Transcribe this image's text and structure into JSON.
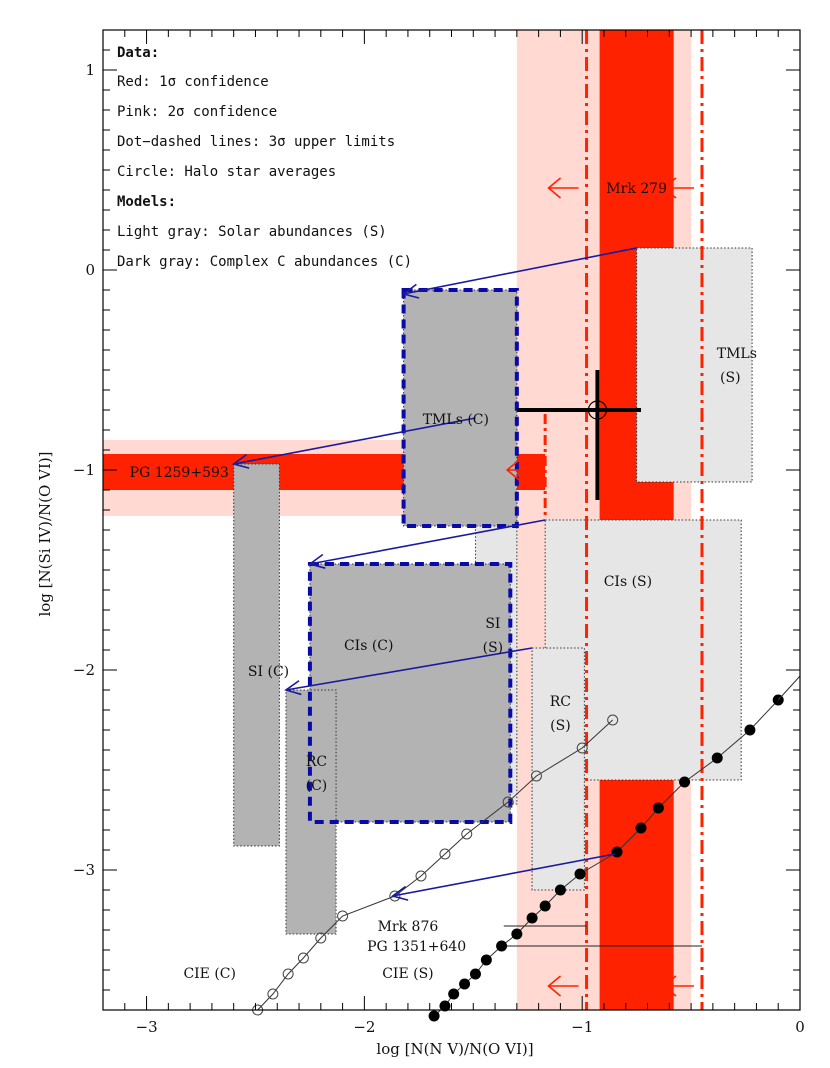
{
  "chart_data": {
    "type": "scatter",
    "xlabel": "log [N(N V)/N(O VI)]",
    "ylabel": "log [N(Si IV)/N(O VI)]",
    "xlim": [
      -3.2,
      0
    ],
    "ylim": [
      -3.7,
      1.2
    ],
    "x_ticks": [
      -3,
      -2,
      -1,
      0
    ],
    "x_tick_labels": [
      "−3",
      "−2",
      "−1",
      "0"
    ],
    "y_ticks": [
      1,
      0,
      -1,
      -2,
      -3
    ],
    "y_tick_labels": [
      "1",
      "0",
      "−1",
      "−2",
      "−3"
    ],
    "legend": {
      "data_heading": "Data:",
      "data_lines": [
        "Red: 1σ confidence",
        "Pink: 2σ confidence",
        "Dot−dashed lines: 3σ upper limits",
        "Circle: Halo star averages"
      ],
      "models_heading": "Models:",
      "models_lines": [
        "Light gray: Solar abundances (S)",
        "Dark gray: Complex C abundances (C)"
      ]
    },
    "colors": {
      "red": "#ff2200",
      "pink": "#ffd9d2",
      "light_gray": "#e6e6e6",
      "dark_gray": "#b3b3b3",
      "blue": "#1a1aa0",
      "dash_blue": "#0a0aa8",
      "black": "#000000"
    },
    "observations": {
      "mrk279": {
        "label": "Mrk 279",
        "x_1sigma": [
          -0.92,
          -0.58
        ],
        "x_2sigma": [
          -1.3,
          -0.5
        ],
        "x_3sigma_limits": [
          -0.98,
          -0.45
        ]
      },
      "pg1259": {
        "label": "PG 1259+593",
        "y_1sigma": [
          -1.1,
          -0.92
        ],
        "y_2sigma": [
          -1.23,
          -0.85
        ],
        "x_3sigma_limit": -1.17
      },
      "mrk876": {
        "label": "Mrk 876",
        "y": -3.28
      },
      "pg1351": {
        "label": "PG 1351+640",
        "y": -3.38
      },
      "halo_average": {
        "x": -0.93,
        "y": -0.7,
        "xerr": [
          0.37,
          0.2
        ],
        "yerr": [
          0.45,
          0.2
        ]
      }
    },
    "solar_models": [
      {
        "label": "TMLs",
        "sub": "(S)",
        "x": [
          -0.75,
          -0.22
        ],
        "y": [
          -1.06,
          0.11
        ]
      },
      {
        "label": "CIs (S)",
        "sub": "",
        "x": [
          -1.17,
          -0.27
        ],
        "y": [
          -2.55,
          -1.25
        ]
      },
      {
        "label": "SI",
        "sub": "(S)",
        "x": [
          -1.49,
          -1.3
        ],
        "y": [
          -2.67,
          -0.74
        ]
      },
      {
        "label": "RC",
        "sub": "(S)",
        "x": [
          -1.23,
          -0.99
        ],
        "y": [
          -3.1,
          -1.89
        ]
      }
    ],
    "complex_c_models": [
      {
        "label": "TMLs (C)",
        "x": [
          -1.82,
          -1.3
        ],
        "y": [
          -1.28,
          -0.1
        ]
      },
      {
        "label": "CIs (C)",
        "x": [
          -2.25,
          -1.33
        ],
        "y": [
          -2.76,
          -1.47
        ]
      },
      {
        "label": "SI (C)",
        "x": [
          -2.6,
          -2.39
        ],
        "y": [
          -2.88,
          -0.97
        ]
      },
      {
        "label": "RC",
        "sub": "(C)",
        "x": [
          -2.36,
          -2.13
        ],
        "y": [
          -3.32,
          -2.1
        ]
      }
    ],
    "arrows": [
      {
        "from": [
          -0.75,
          0.11
        ],
        "to": [
          -1.82,
          -0.12
        ]
      },
      {
        "from": [
          -1.49,
          -0.74
        ],
        "to": [
          -2.6,
          -0.97
        ]
      },
      {
        "from": [
          -1.17,
          -1.25
        ],
        "to": [
          -2.25,
          -1.47
        ]
      },
      {
        "from": [
          -1.23,
          -1.89
        ],
        "to": [
          -2.36,
          -2.1
        ]
      },
      {
        "from": [
          -0.85,
          -2.92
        ],
        "to": [
          -1.87,
          -3.13
        ]
      }
    ],
    "cie_c": {
      "label": "CIE (C)",
      "points": [
        [
          -2.49,
          -3.7
        ],
        [
          -2.42,
          -3.62
        ],
        [
          -2.35,
          -3.52
        ],
        [
          -2.28,
          -3.44
        ],
        [
          -2.2,
          -3.34
        ],
        [
          -2.1,
          -3.23
        ],
        [
          -1.86,
          -3.13
        ],
        [
          -1.74,
          -3.03
        ],
        [
          -1.63,
          -2.92
        ],
        [
          -1.53,
          -2.82
        ],
        [
          -1.34,
          -2.66
        ],
        [
          -1.21,
          -2.53
        ],
        [
          -1.0,
          -2.39
        ],
        [
          -0.86,
          -2.25
        ]
      ]
    },
    "cie_s": {
      "label": "CIE (S)",
      "points": [
        [
          -1.68,
          -3.73
        ],
        [
          -1.63,
          -3.68
        ],
        [
          -1.59,
          -3.62
        ],
        [
          -1.54,
          -3.57
        ],
        [
          -1.49,
          -3.52
        ],
        [
          -1.44,
          -3.45
        ],
        [
          -1.37,
          -3.38
        ],
        [
          -1.3,
          -3.32
        ],
        [
          -1.23,
          -3.24
        ],
        [
          -1.17,
          -3.18
        ],
        [
          -1.1,
          -3.1
        ],
        [
          -1.01,
          -3.02
        ],
        [
          -0.84,
          -2.91
        ],
        [
          -0.73,
          -2.79
        ],
        [
          -0.65,
          -2.69
        ],
        [
          -0.53,
          -2.56
        ],
        [
          -0.38,
          -2.44
        ],
        [
          -0.23,
          -2.3
        ],
        [
          -0.1,
          -2.15
        ]
      ]
    }
  }
}
